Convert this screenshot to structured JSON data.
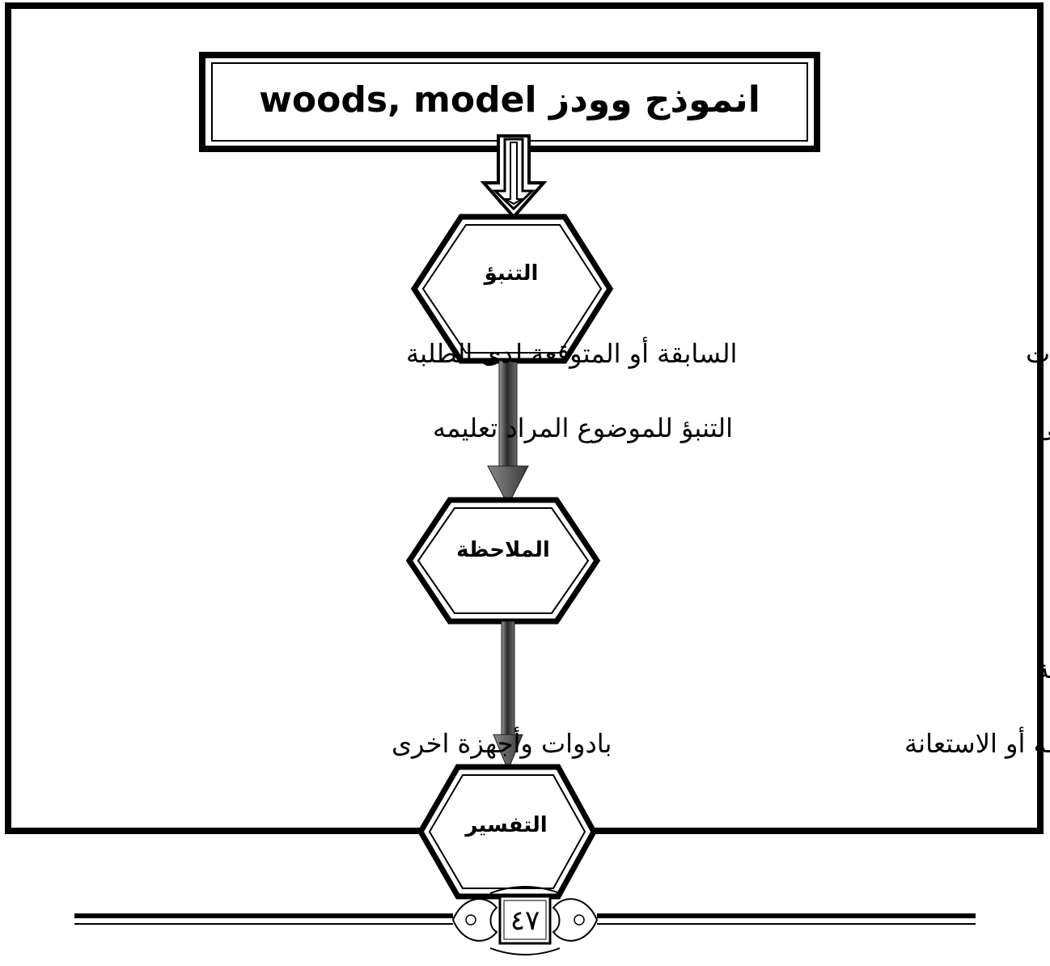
{
  "title": "انموذج وودز woods, model",
  "nodes": {
    "predict": "التنبؤ",
    "observe": "الملاحظة",
    "interpret": "التفسير"
  },
  "descriptions": {
    "predict_line1_right": "بناء المعلومات الجديدة على المعلومات",
    "predict_line1_left": "السابقة أو المتوقعة لدى الطلبة",
    "predict_line2_right": "من خلال طرح الاسئلة لمساعدة الطلبة على",
    "predict_line2_left": "التنبؤ للموضوع المراد تعليمه",
    "observe_line1": "الانتباه للظواهر أو الاحداث أو الامور بغية اكتشاف أسبابها وقوانينها من خلال استخدام الطلبة",
    "observe_line2_right": "حواسهم المختلفة أو الاستعانة",
    "observe_line2_left": "بادوات وأجهزة اخرى"
  },
  "footer": {
    "page_number": "٤٧"
  }
}
